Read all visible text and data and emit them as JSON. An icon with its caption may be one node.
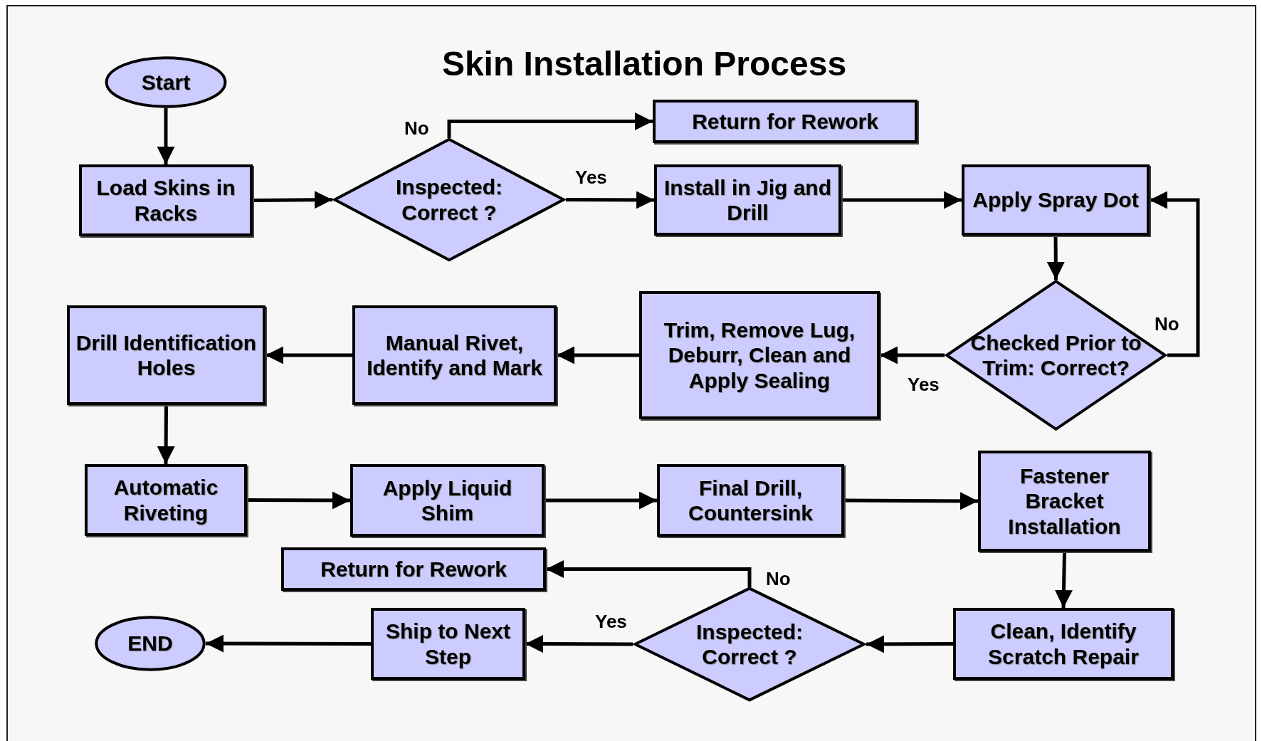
{
  "diagram": {
    "title": "Skin Installation Process",
    "nodes": [
      {
        "text": [
          "Start"
        ]
      },
      {
        "text": [
          "Load Skins in Racks"
        ]
      },
      {
        "text": [
          "Inspected: Correct ?"
        ]
      },
      {
        "text": [
          "Return for Rework"
        ]
      },
      {
        "text": [
          "Install in Jig and Drill"
        ]
      },
      {
        "text": [
          "Apply Spray Dot"
        ]
      },
      {
        "text": [
          "Checked Prior to Trim: Correct?"
        ]
      },
      {
        "text": [
          "Trim, Remove Lug, Deburr, Clean and Apply Sealing"
        ]
      },
      {
        "text": [
          "Manual Rivet, Identify and Mark"
        ]
      },
      {
        "text": [
          "Drill Identification Holes"
        ]
      },
      {
        "text": [
          "Automatic Riveting"
        ]
      },
      {
        "text": [
          "Apply Liquid Shim"
        ]
      },
      {
        "text": [
          "Final Drill, Countersink"
        ]
      },
      {
        "text": [
          "Fastener Bracket Installation"
        ]
      },
      {
        "text": [
          "Clean, Identify Scratch Repair"
        ]
      },
      {
        "text": [
          "Inspected: Correct ?"
        ]
      },
      {
        "text": [
          "Return for Rework"
        ]
      },
      {
        "text": [
          "Ship to Next Step"
        ]
      },
      {
        "text": [
          "END"
        ]
      }
    ],
    "edges": [
      {
        "from": 0,
        "to": 1,
        "arrow": "to"
      },
      {
        "from": 1,
        "to": 2,
        "arrow": "to"
      },
      {
        "from": 2,
        "to": 3,
        "arrow": "to",
        "label": "No"
      },
      {
        "from": 2,
        "to": 4,
        "arrow": "to",
        "label": "Yes"
      },
      {
        "from": 4,
        "to": 5,
        "arrow": "to"
      },
      {
        "from": 5,
        "to": 6,
        "arrow": "to"
      },
      {
        "from": 6,
        "to": 5,
        "arrow": "to",
        "label": "No"
      },
      {
        "from": 6,
        "to": 7,
        "arrow": "to",
        "label": "Yes"
      },
      {
        "from": 7,
        "to": 8,
        "arrow": "to"
      },
      {
        "from": 8,
        "to": 9,
        "arrow": "to"
      },
      {
        "from": 9,
        "to": 10,
        "arrow": "to"
      },
      {
        "from": 10,
        "to": 11,
        "arrow": "to"
      },
      {
        "from": 11,
        "to": 12,
        "arrow": "to"
      },
      {
        "from": 12,
        "to": 13,
        "arrow": "to"
      },
      {
        "from": 13,
        "to": 14,
        "arrow": "to"
      },
      {
        "from": 14,
        "to": 15,
        "arrow": "to"
      },
      {
        "from": 15,
        "to": 16,
        "arrow": "to",
        "label": "No"
      },
      {
        "from": 15,
        "to": 17,
        "arrow": "to",
        "label": "Yes"
      },
      {
        "from": 17,
        "to": 18,
        "arrow": "to"
      }
    ]
  }
}
